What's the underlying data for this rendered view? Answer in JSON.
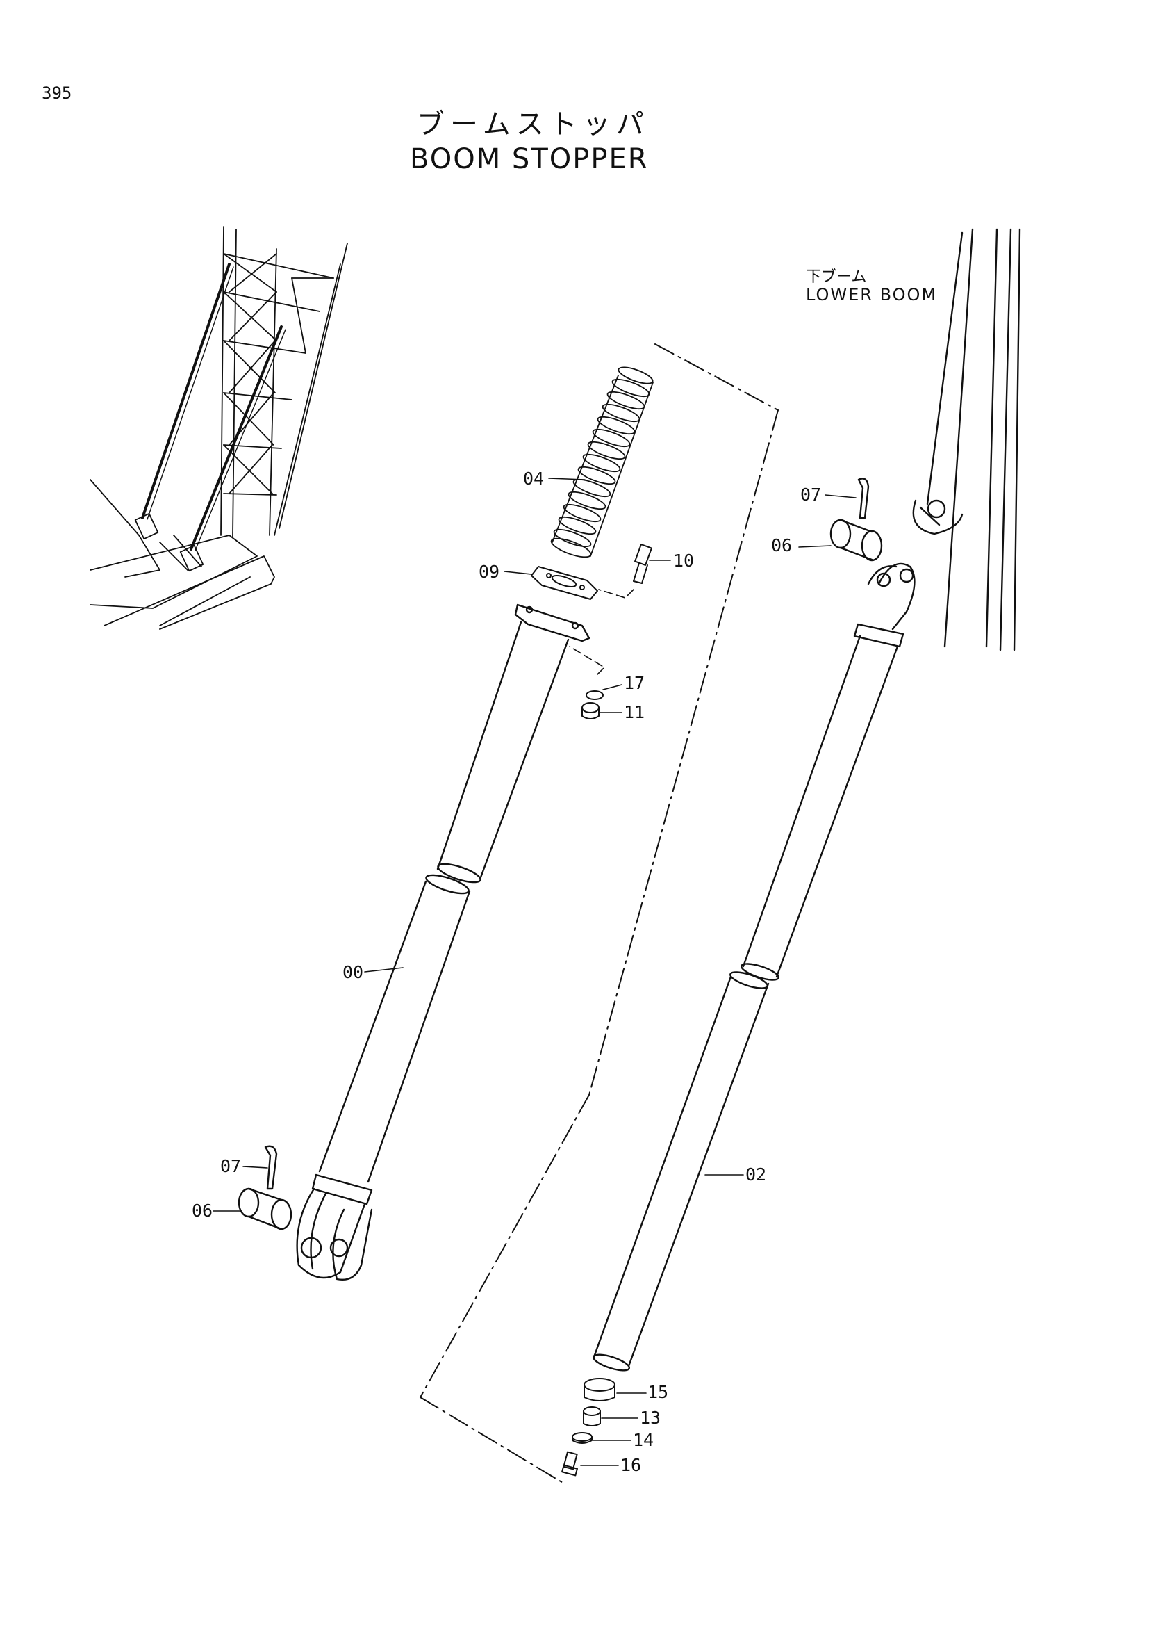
{
  "page_number": "395",
  "title": {
    "japanese": "ブームストッパ",
    "english": "BOOM STOPPER"
  },
  "lower_boom": {
    "japanese": "下ブーム",
    "english": "LOWER BOOM"
  },
  "callouts": [
    {
      "id": "04",
      "label": "04"
    },
    {
      "id": "09",
      "label": "09"
    },
    {
      "id": "10",
      "label": "10"
    },
    {
      "id": "17",
      "label": "17"
    },
    {
      "id": "11",
      "label": "11"
    },
    {
      "id": "00",
      "label": "00"
    },
    {
      "id": "07a",
      "label": "07"
    },
    {
      "id": "06a",
      "label": "06"
    },
    {
      "id": "07b",
      "label": "07"
    },
    {
      "id": "06b",
      "label": "06"
    },
    {
      "id": "02",
      "label": "02"
    },
    {
      "id": "15",
      "label": "15"
    },
    {
      "id": "13",
      "label": "13"
    },
    {
      "id": "14",
      "label": "14"
    },
    {
      "id": "16",
      "label": "16"
    }
  ],
  "line_color": "#111111"
}
